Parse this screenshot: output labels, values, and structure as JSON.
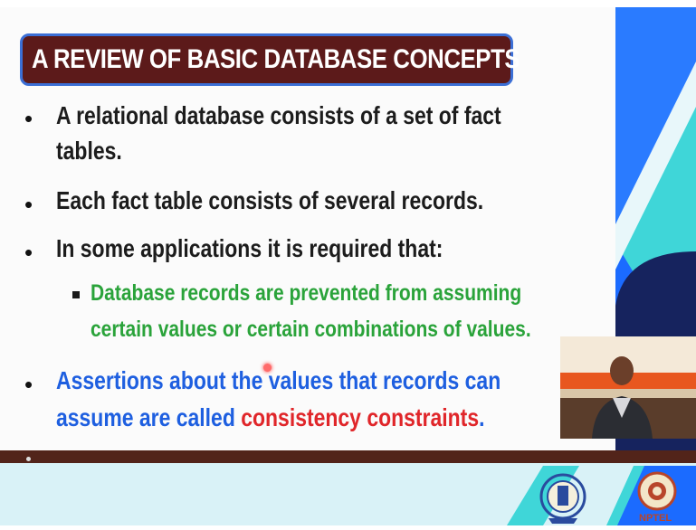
{
  "slide": {
    "title": "A REVIEW OF BASIC DATABASE CONCEPTS",
    "bullets": [
      {
        "line1": "A relational database consists of a set of fact",
        "line2": "tables."
      },
      {
        "line1": "Each fact table consists of several records."
      },
      {
        "line1": "In some applications it is required that:"
      }
    ],
    "sub_bullet": {
      "line1": "Database records are prevented from assuming",
      "line2": "certain values or certain combinations of values."
    },
    "assertion": {
      "line1": "Assertions about the values that records can",
      "line2_blue": "assume are called",
      "line2_red": "consistency constraints",
      "line2_end": "."
    }
  },
  "footer": {
    "logo_text": "NPTEL"
  },
  "colors": {
    "title_bg": "#5c1a1a",
    "title_border": "#3b6fd6",
    "green": "#2aa33a",
    "blue": "#1e5fe0",
    "red": "#e0262a",
    "bar": "#52241a",
    "teal": "#3fd6d8",
    "navy": "#16235e"
  }
}
